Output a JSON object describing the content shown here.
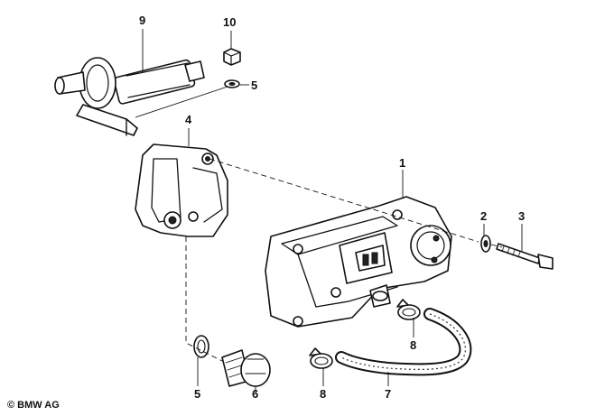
{
  "copyright": "© BMW AG",
  "callouts": [
    {
      "id": "c9",
      "label": "9"
    },
    {
      "id": "c10",
      "label": "10"
    },
    {
      "id": "c5a",
      "label": "5"
    },
    {
      "id": "c4",
      "label": "4"
    },
    {
      "id": "c1",
      "label": "1"
    },
    {
      "id": "c2",
      "label": "2"
    },
    {
      "id": "c3",
      "label": "3"
    },
    {
      "id": "c8a",
      "label": "8"
    },
    {
      "id": "c5b",
      "label": "5"
    },
    {
      "id": "c6",
      "label": "6"
    },
    {
      "id": "c8b",
      "label": "8"
    },
    {
      "id": "c7",
      "label": "7"
    }
  ]
}
